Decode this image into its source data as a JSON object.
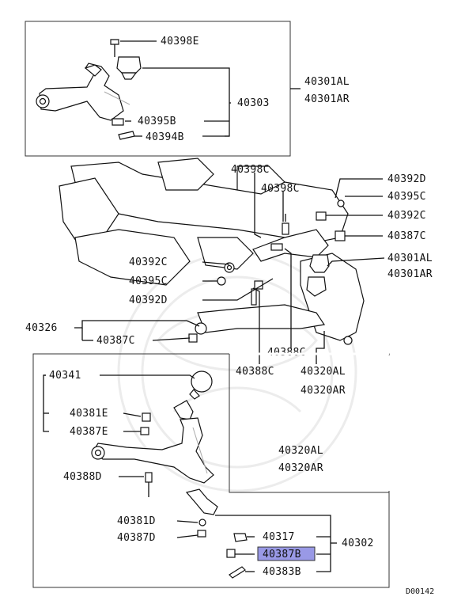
{
  "upper_box": {
    "callouts": [
      "40398E",
      "40303",
      "40395B",
      "40394B",
      "40301AL",
      "40301AR"
    ]
  },
  "middle": {
    "callouts": [
      "40398C",
      "40398C",
      "40392D",
      "40395C",
      "40392C",
      "40387C",
      "40392C",
      "40395C",
      "40392D",
      "40301AL",
      "40301AR",
      "40326",
      "40387C",
      "40388C",
      "40388C",
      "40320AL",
      "40320AR"
    ]
  },
  "lower_box": {
    "callouts": [
      "40341",
      "40381E",
      "40387E",
      "40388D",
      "40320AL",
      "40320AR",
      "40381D",
      "40387D",
      "40317",
      "40302",
      "40387B",
      "40383B"
    ],
    "highlighted": "40387B",
    "highlight_color": "#9999e6"
  },
  "reference_code": "D00142"
}
